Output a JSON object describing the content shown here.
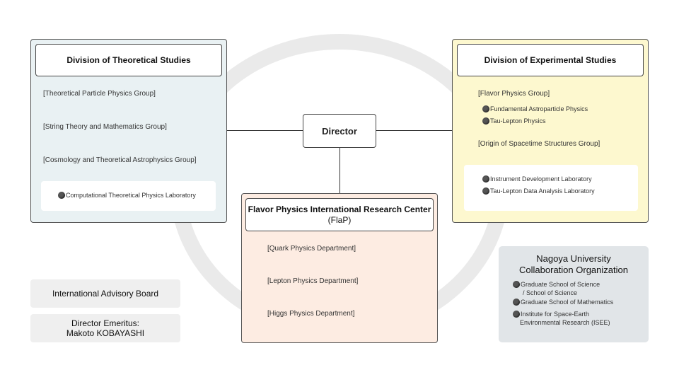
{
  "director": "Director",
  "theoretical": {
    "title": "Division of Theoretical Studies",
    "groups": [
      "[Theoretical Particle Physics Group]",
      "[String Theory and Mathematics Group]",
      "[Cosmology and Theoretical Astrophysics Group]"
    ],
    "lab": "Computational Theoretical Physics Laboratory"
  },
  "experimental": {
    "title": "Division of Experimental Studies",
    "group1": "[Flavor Physics Group]",
    "group1_labs": [
      "Fundamental Astroparticle Physics",
      "Tau-Lepton Physics"
    ],
    "group2": "[Origin of Spacetime Structures Group]",
    "labs": [
      "Instrument Development Laboratory",
      "Tau-Lepton Data Analysis Laboratory"
    ]
  },
  "flap": {
    "title_line1": "Flavor Physics International Research Center",
    "title_line2": "(FlaP)",
    "departments": [
      "[Quark Physics Department]",
      "[Lepton Physics Department]",
      "[Higgs Physics Department]"
    ]
  },
  "advisory_board": "International Advisory Board",
  "emeritus": {
    "line1": "Director Emeritus:",
    "line2": "Makoto KOBAYASHI"
  },
  "nagoya": {
    "title_line1": "Nagoya University",
    "title_line2": "Collaboration Organization",
    "items": [
      {
        "line1": "Graduate School of Science",
        "line2": "/ School of Science"
      },
      {
        "line1": "Graduate School of Mathematics",
        "line2": ""
      },
      {
        "line1": "Institute for Space-Earth",
        "line2": "Environmental Research (ISEE)"
      }
    ]
  },
  "colors": {
    "theoretical_bg": "#e9f1f3",
    "experimental_bg": "#fdf8cf",
    "flap_bg": "#fdece2",
    "nagoya_bg": "#e1e5e8",
    "ring": "#eaeaea"
  }
}
